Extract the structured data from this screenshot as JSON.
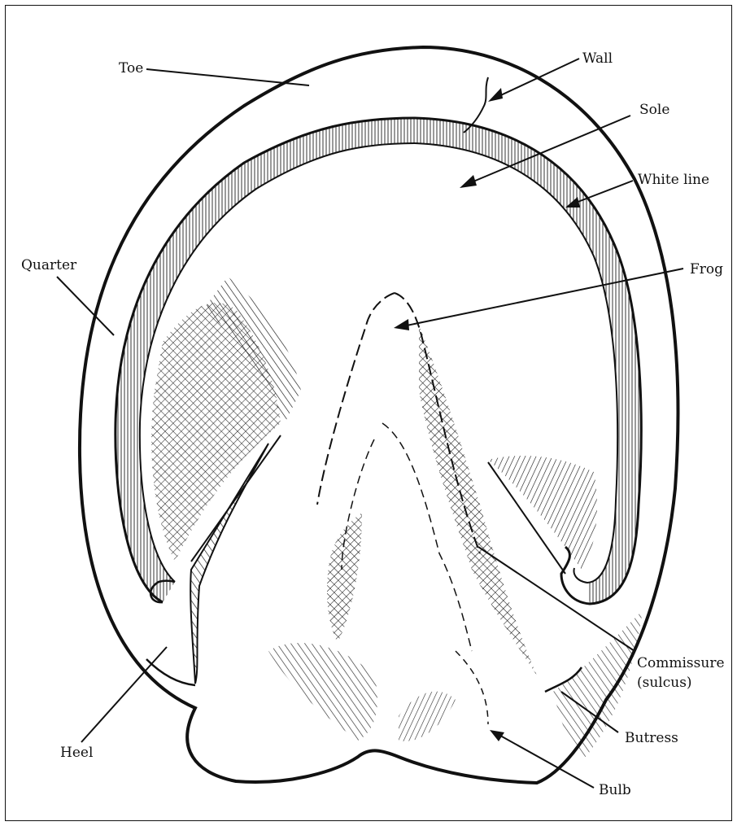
{
  "diagram": {
    "labels": {
      "toe": "Toe",
      "wall": "Wall",
      "sole": "Sole",
      "white_line": "White line",
      "quarter": "Quarter",
      "frog": "Frog",
      "commissure_line1": "Commissure",
      "commissure_line2": "(sulcus)",
      "heel": "Heel",
      "butress": "Butress",
      "bulb": "Bulb"
    }
  },
  "colors": {
    "ink": "#111111",
    "paper": "#ffffff"
  }
}
